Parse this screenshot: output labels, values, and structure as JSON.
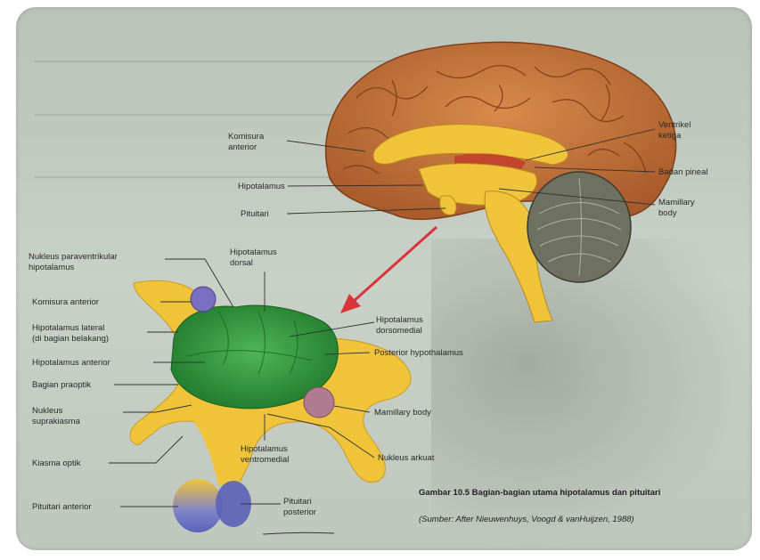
{
  "brain_labels": {
    "komisura_anterior": [
      "Komisura",
      "anterior"
    ],
    "hipotalamus": "Hipotalamus",
    "pituitari": "Pituitari",
    "ventrikel_ketiga": [
      "Ventrikel",
      "ketiga"
    ],
    "badan_pineal": "Badan pineal",
    "mamillary_body": [
      "Mamillary",
      "body"
    ]
  },
  "detail_labels": {
    "nukleus_paraventrikular": [
      "Nukleus paraventrikular",
      "hipotalamus"
    ],
    "hipotalamus_dorsal": [
      "Hipotalamus",
      "dorsal"
    ],
    "komisura_anterior": "Komisura anterior",
    "hipotalamus_lateral": [
      "Hipotalamus lateral",
      "(di bagian belakang)"
    ],
    "hipotalamus_dorsomedial": [
      "Hipotalamus",
      "dorsomedial"
    ],
    "hipotalamus_anterior": "Hipotalamus anterior",
    "posterior_hypothalamus": "Posterior hypothalamus",
    "bagian_praoptik": "Bagian praoptik",
    "nukleus_suprakiasma": [
      "Nukleus",
      "suprakiasma"
    ],
    "mamillary_body": "Mamillary body",
    "hipotalamus_ventromedial": [
      "Hipotalamus",
      "ventromedial"
    ],
    "nukleus_arkuat": "Nukleus arkuat",
    "kiasma_optik": "Kiasma optik",
    "pituitari_anterior": "Pituitari anterior",
    "pituitari_posterior": [
      "Pituitari",
      "posterior"
    ]
  },
  "caption": {
    "title": "Gambar 10.5 Bagian-bagian utama hipotalamus dan pituitari",
    "source": "(Sumber: After Nieuwenhuys, Voogd & vanHuijzen, 1988)"
  },
  "colors": {
    "cortex": "#c8743c",
    "cortex_dark": "#8d4a22",
    "yellow": "#f0c43a",
    "green": "#2f8f3a",
    "cerebellum": "#6e7060",
    "purple": "#7a6fc0",
    "mamillary": "#b07a90",
    "arrow": "#d8343a"
  }
}
